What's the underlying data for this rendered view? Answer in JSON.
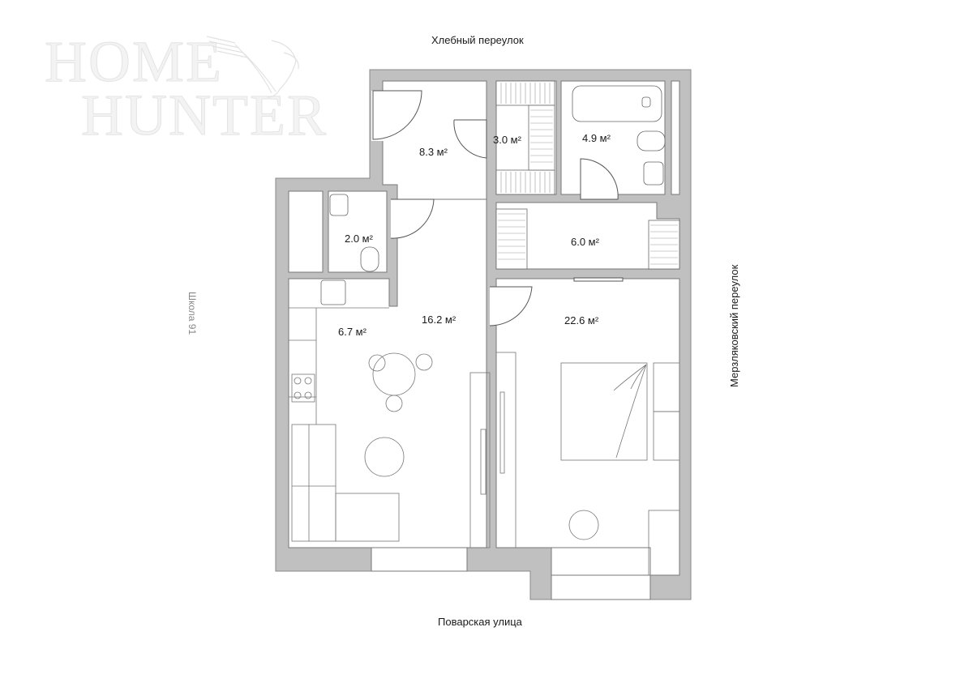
{
  "logo": {
    "line1": "HOME",
    "line2": "HUNTER"
  },
  "streets": {
    "top": "Хлебный переулок",
    "bottom": "Поварская улица",
    "right": "Мерзляковский переулок",
    "left": "Школа 91"
  },
  "rooms": [
    {
      "id": "hallway",
      "area": "8.3 м²"
    },
    {
      "id": "wardrobe",
      "area": "3.0 м²"
    },
    {
      "id": "bathroom",
      "area": "4.9 м²"
    },
    {
      "id": "wc",
      "area": "2.0 м²"
    },
    {
      "id": "dressing-room",
      "area": "6.0 м²"
    },
    {
      "id": "kitchen",
      "area": "6.7 м²"
    },
    {
      "id": "living-room",
      "area": "16.2 м²"
    },
    {
      "id": "bedroom",
      "area": "22.6 м²"
    }
  ],
  "colors": {
    "wall": "#c0c0c0",
    "line": "#555555",
    "background": "#ffffff"
  }
}
